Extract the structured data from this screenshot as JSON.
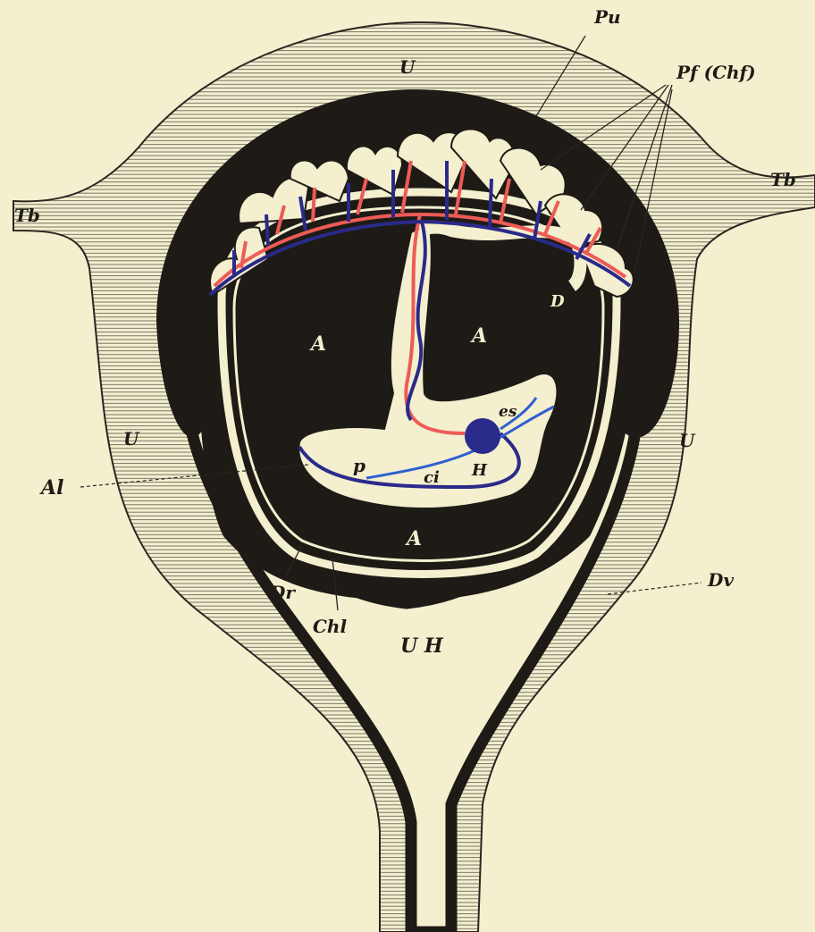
{
  "colors": {
    "paper": "#f3efcf",
    "ink": "#1e1b16",
    "artery": "#ee5b57",
    "vein": "#2a2a8a",
    "vein_light": "#2f5fd0"
  },
  "labels": {
    "pu": "Pu",
    "pf_chf": "Pf (Chf)",
    "u_top": "U",
    "u_left": "U",
    "u_right": "U",
    "tb_left": "Tb",
    "tb_right": "Tb",
    "d": "D",
    "a_left": "A",
    "a_right": "A",
    "a_bottom": "A",
    "es": "es",
    "h": "H",
    "p": "p",
    "ci": "ci",
    "al": "Al",
    "dr": "Dr",
    "dv": "Dv",
    "chl": "Chl",
    "uh": "U H"
  }
}
